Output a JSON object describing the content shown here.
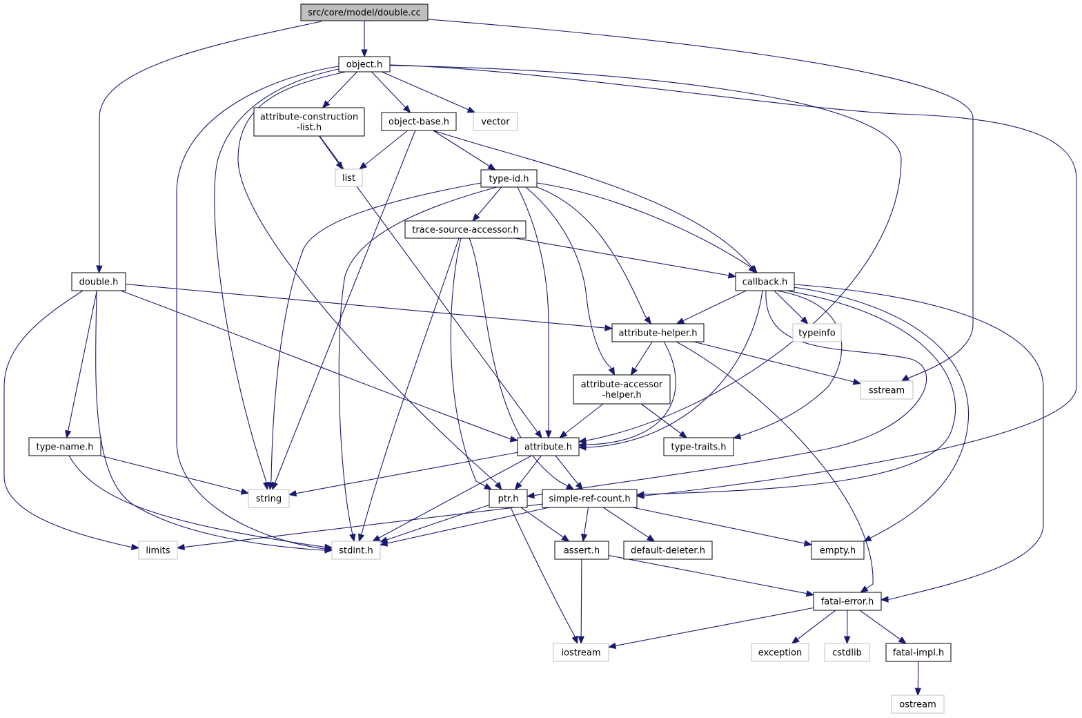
{
  "colors": {
    "edge": "#191970",
    "node_border": "#000000",
    "external_border": "#bfbfbf",
    "root_fill": "#bfbfbf",
    "node_fill": "#ffffff",
    "text": "#000000"
  },
  "nodes": {
    "root": {
      "lines": [
        "src/core/model/double.cc"
      ],
      "kind": "root"
    },
    "object": {
      "lines": [
        "object.h"
      ],
      "kind": "header"
    },
    "double_h": {
      "lines": [
        "double.h"
      ],
      "kind": "header"
    },
    "attr_cons": {
      "lines": [
        "attribute-construction",
        "-list.h"
      ],
      "kind": "header"
    },
    "object_base": {
      "lines": [
        "object-base.h"
      ],
      "kind": "header"
    },
    "vector": {
      "lines": [
        "vector"
      ],
      "kind": "external"
    },
    "list": {
      "lines": [
        "list"
      ],
      "kind": "external"
    },
    "type_id": {
      "lines": [
        "type-id.h"
      ],
      "kind": "header"
    },
    "trace_src": {
      "lines": [
        "trace-source-accessor.h"
      ],
      "kind": "header"
    },
    "callback": {
      "lines": [
        "callback.h"
      ],
      "kind": "header"
    },
    "attr_helper": {
      "lines": [
        "attribute-helper.h"
      ],
      "kind": "header"
    },
    "typeinfo": {
      "lines": [
        "typeinfo"
      ],
      "kind": "external"
    },
    "attr_acc": {
      "lines": [
        "attribute-accessor",
        "-helper.h"
      ],
      "kind": "header"
    },
    "sstream": {
      "lines": [
        "sstream"
      ],
      "kind": "external"
    },
    "type_name": {
      "lines": [
        "type-name.h"
      ],
      "kind": "header"
    },
    "attribute": {
      "lines": [
        "attribute.h"
      ],
      "kind": "header"
    },
    "type_traits": {
      "lines": [
        "type-traits.h"
      ],
      "kind": "header"
    },
    "string": {
      "lines": [
        "string"
      ],
      "kind": "external"
    },
    "ptr": {
      "lines": [
        "ptr.h"
      ],
      "kind": "header"
    },
    "srefcount": {
      "lines": [
        "simple-ref-count.h"
      ],
      "kind": "header"
    },
    "limits": {
      "lines": [
        "limits"
      ],
      "kind": "external"
    },
    "stdint": {
      "lines": [
        "stdint.h"
      ],
      "kind": "external"
    },
    "assert": {
      "lines": [
        "assert.h"
      ],
      "kind": "header"
    },
    "default_deleter": {
      "lines": [
        "default-deleter.h"
      ],
      "kind": "header"
    },
    "empty": {
      "lines": [
        "empty.h"
      ],
      "kind": "header"
    },
    "fatal_error": {
      "lines": [
        "fatal-error.h"
      ],
      "kind": "header"
    },
    "iostream": {
      "lines": [
        "iostream"
      ],
      "kind": "external"
    },
    "exception": {
      "lines": [
        "exception"
      ],
      "kind": "external"
    },
    "cstdlib": {
      "lines": [
        "cstdlib"
      ],
      "kind": "external"
    },
    "fatal_impl": {
      "lines": [
        "fatal-impl.h"
      ],
      "kind": "header"
    },
    "ostream": {
      "lines": [
        "ostream"
      ],
      "kind": "external"
    }
  },
  "edges": [
    [
      "root",
      "object"
    ],
    [
      "root",
      "double_h"
    ],
    [
      "root",
      "sstream"
    ],
    [
      "object",
      "attr_cons"
    ],
    [
      "object",
      "object_base"
    ],
    [
      "object",
      "vector"
    ],
    [
      "object",
      "string"
    ],
    [
      "object",
      "stdint"
    ],
    [
      "object",
      "ptr"
    ],
    [
      "object",
      "attribute"
    ],
    [
      "object",
      "srefcount"
    ],
    [
      "double_h",
      "attr_helper"
    ],
    [
      "double_h",
      "attribute"
    ],
    [
      "double_h",
      "type_name"
    ],
    [
      "double_h",
      "stdint"
    ],
    [
      "double_h",
      "limits"
    ],
    [
      "attr_cons",
      "list"
    ],
    [
      "attr_cons",
      "attribute"
    ],
    [
      "object_base",
      "list"
    ],
    [
      "object_base",
      "type_id"
    ],
    [
      "object_base",
      "string"
    ],
    [
      "object_base",
      "callback"
    ],
    [
      "type_id",
      "trace_src"
    ],
    [
      "type_id",
      "callback"
    ],
    [
      "type_id",
      "attr_helper"
    ],
    [
      "type_id",
      "attr_acc"
    ],
    [
      "type_id",
      "attribute"
    ],
    [
      "type_id",
      "string"
    ],
    [
      "type_id",
      "stdint"
    ],
    [
      "trace_src",
      "callback"
    ],
    [
      "trace_src",
      "ptr"
    ],
    [
      "trace_src",
      "srefcount"
    ],
    [
      "trace_src",
      "stdint"
    ],
    [
      "callback",
      "attr_helper"
    ],
    [
      "callback",
      "typeinfo"
    ],
    [
      "callback",
      "attribute"
    ],
    [
      "callback",
      "ptr"
    ],
    [
      "callback",
      "type_traits"
    ],
    [
      "callback",
      "srefcount"
    ],
    [
      "callback",
      "empty"
    ],
    [
      "callback",
      "fatal_error"
    ],
    [
      "attr_helper",
      "attr_acc"
    ],
    [
      "attr_helper",
      "sstream"
    ],
    [
      "attr_helper",
      "attribute"
    ],
    [
      "attr_helper",
      "fatal_error"
    ],
    [
      "attr_acc",
      "attribute"
    ],
    [
      "attr_acc",
      "type_traits"
    ],
    [
      "type_name",
      "string"
    ],
    [
      "type_name",
      "stdint"
    ],
    [
      "attribute",
      "string"
    ],
    [
      "attribute",
      "ptr"
    ],
    [
      "attribute",
      "srefcount"
    ],
    [
      "attribute",
      "stdint"
    ],
    [
      "ptr",
      "stdint"
    ],
    [
      "ptr",
      "assert"
    ],
    [
      "ptr",
      "iostream"
    ],
    [
      "srefcount",
      "limits"
    ],
    [
      "srefcount",
      "stdint"
    ],
    [
      "srefcount",
      "assert"
    ],
    [
      "srefcount",
      "default_deleter"
    ],
    [
      "srefcount",
      "empty"
    ],
    [
      "assert",
      "iostream"
    ],
    [
      "assert",
      "fatal_error"
    ],
    [
      "fatal_error",
      "iostream"
    ],
    [
      "fatal_error",
      "exception"
    ],
    [
      "fatal_error",
      "cstdlib"
    ],
    [
      "fatal_error",
      "fatal_impl"
    ],
    [
      "fatal_impl",
      "ostream"
    ]
  ]
}
